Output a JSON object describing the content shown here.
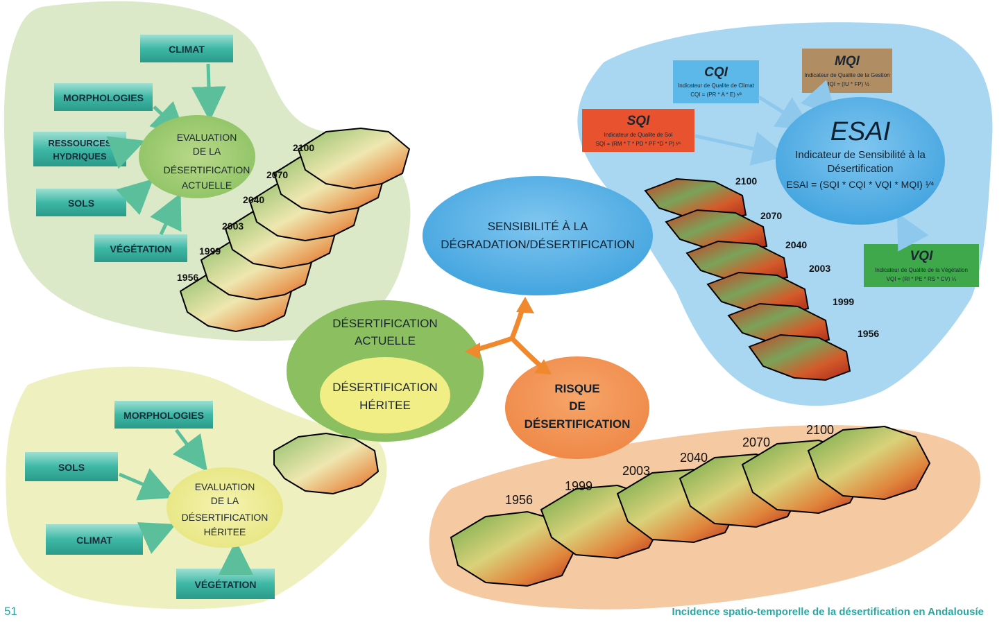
{
  "colors": {
    "green_blob": "#dbe9c8",
    "yellow_blob": "#eef0c0",
    "blue_blob": "#a9d7f2",
    "orange_blob": "#f5c9a2",
    "teal_box": "#3eb8a6",
    "arrow_teal": "#5bbf9c",
    "arrow_orange": "#f0892e",
    "footer": "#2aa7a3"
  },
  "actuelle": {
    "inputs": [
      "CLIMAT",
      "MORPHOLOGIES",
      "RESSOURCES\nHYDRIQUES",
      "SOLS",
      "VÉGÉTATION"
    ],
    "ellipse": [
      "EVALUATION",
      "DE LA",
      "DÉSERTIFICATION",
      "ACTUELLE"
    ],
    "years": [
      "2100",
      "2070",
      "2040",
      "2003",
      "1999",
      "1956"
    ]
  },
  "heritee": {
    "inputs": [
      "MORPHOLOGIES",
      "SOLS",
      "CLIMAT",
      "VÉGÉTATION"
    ],
    "ellipse": [
      "EVALUATION",
      "DE LA",
      "DÉSERTIFICATION",
      "HÉRITEE"
    ]
  },
  "center": {
    "actuelle": [
      "DÉSERTIFICATION",
      "ACTUELLE"
    ],
    "heritee": [
      "DÉSERTIFICATION",
      "HÉRITEE"
    ],
    "sensibilite": [
      "SENSIBILITÉ À LA",
      "DÉGRADATION/DÉSERTIFICATION"
    ],
    "risque": [
      "RISQUE",
      "DE",
      "DÉSERTIFICATION"
    ]
  },
  "esai": {
    "cqi": {
      "title": "CQI",
      "line1": "Indicateur de Qualite de Climat",
      "line2": "CQI = (PR * A * E) ¹⁄³"
    },
    "mqi": {
      "title": "MQI",
      "line1": "Indicateur de Qualite de la Gestion",
      "line2": "MQI = (IU * FP) ½"
    },
    "sqi": {
      "title": "SQI",
      "line1": "Indicateur de Qualite de Sol",
      "line2": "SQI = (RM * T * PD * PF *D * P) ¹⁄⁶"
    },
    "vqi": {
      "title": "VQI",
      "line1": "Indicateur de Qualite de la Végétation",
      "line2": "VQI = (RI * PE * RS * CV) ¼"
    },
    "main": {
      "title": "ESAI",
      "line1": "Indicateur de Sensibilité à la",
      "line2": "Désertification",
      "line3": "ESAI = (SQI * CQI * VQI * MQI) ¹⁄⁴"
    },
    "years": [
      "2100",
      "2070",
      "2040",
      "2003",
      "1999",
      "1956"
    ]
  },
  "risque_years": [
    "1956",
    "1999",
    "2003",
    "2040",
    "2070",
    "2100"
  ],
  "footer": {
    "page": "51",
    "title": "Incidence spatio-temporelle de la désertification en Andalousíe"
  }
}
